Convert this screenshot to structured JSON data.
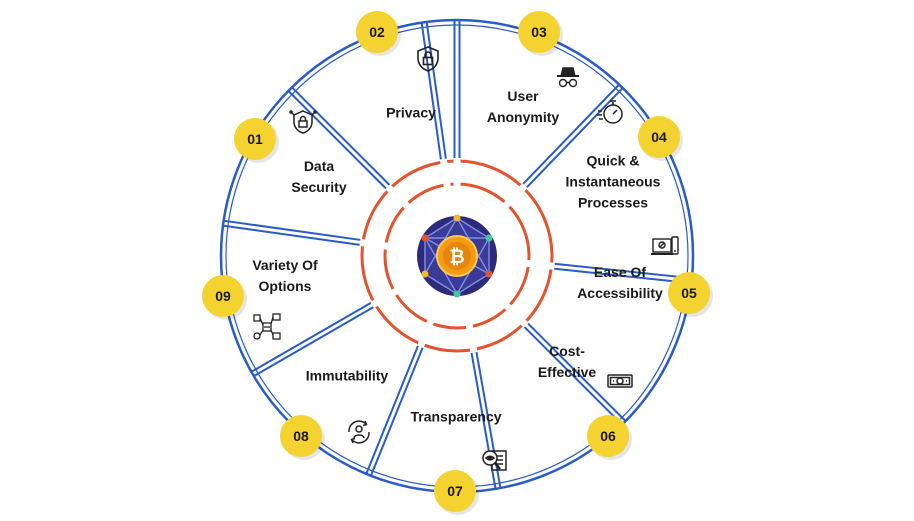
{
  "colors": {
    "outline": "#2a5bc7",
    "ring": "#e2542f",
    "badge": "#f4d230",
    "text": "#1a1a1a",
    "hub": "#2e2b7c",
    "coin": "#f39c12"
  },
  "segments": [
    {
      "number": "01",
      "label": "Data\nSecurity",
      "icon": "shield-lock-icon"
    },
    {
      "number": "02",
      "label": "Privacy",
      "icon": "shield-padlock-icon"
    },
    {
      "number": "03",
      "label": "User\nAnonymity",
      "icon": "incognito-icon"
    },
    {
      "number": "04",
      "label": "Quick &\nInstantaneous\nProcesses",
      "icon": "stopwatch-icon"
    },
    {
      "number": "05",
      "label": "Ease Of\nAccessibility",
      "icon": "devices-icon"
    },
    {
      "number": "06",
      "label": "Cost-\nEffective",
      "icon": "banknote-icon"
    },
    {
      "number": "07",
      "label": "Transparency",
      "icon": "magnifier-document-icon"
    },
    {
      "number": "08",
      "label": "Immutability",
      "icon": "user-refresh-icon"
    },
    {
      "number": "09",
      "label": "Variety Of\nOptions",
      "icon": "flowchart-icon"
    }
  ],
  "center": {
    "icon": "bitcoin-network-icon"
  }
}
